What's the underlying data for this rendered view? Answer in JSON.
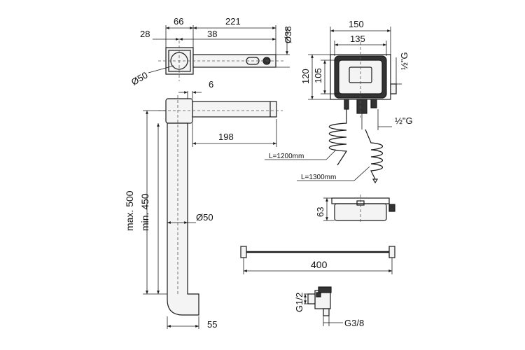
{
  "top_view": {
    "dim_66": "66",
    "dim_221": "221",
    "dim_28": "28",
    "dim_38": "38",
    "dim_dia38": "Ø38",
    "dim_dia50": "Ø50"
  },
  "side_view": {
    "dim_6": "6",
    "dim_198": "198",
    "dim_max500": "max. 500",
    "dim_min450": "min. 450",
    "dim_dia50": "Ø50",
    "dim_55": "55"
  },
  "box_view": {
    "dim_150": "150",
    "dim_135": "135",
    "dim_120": "120",
    "dim_105": "105",
    "thread_top": "½\"G",
    "thread_bottom": "½\"G",
    "cable_1": "L=1200mm",
    "cable_2": "L=1300mm"
  },
  "box_side": {
    "dim_63": "63"
  },
  "bar": {
    "dim_400": "400"
  },
  "valve": {
    "dim_g12": "G1/2",
    "dim_g38": "G3/8"
  }
}
